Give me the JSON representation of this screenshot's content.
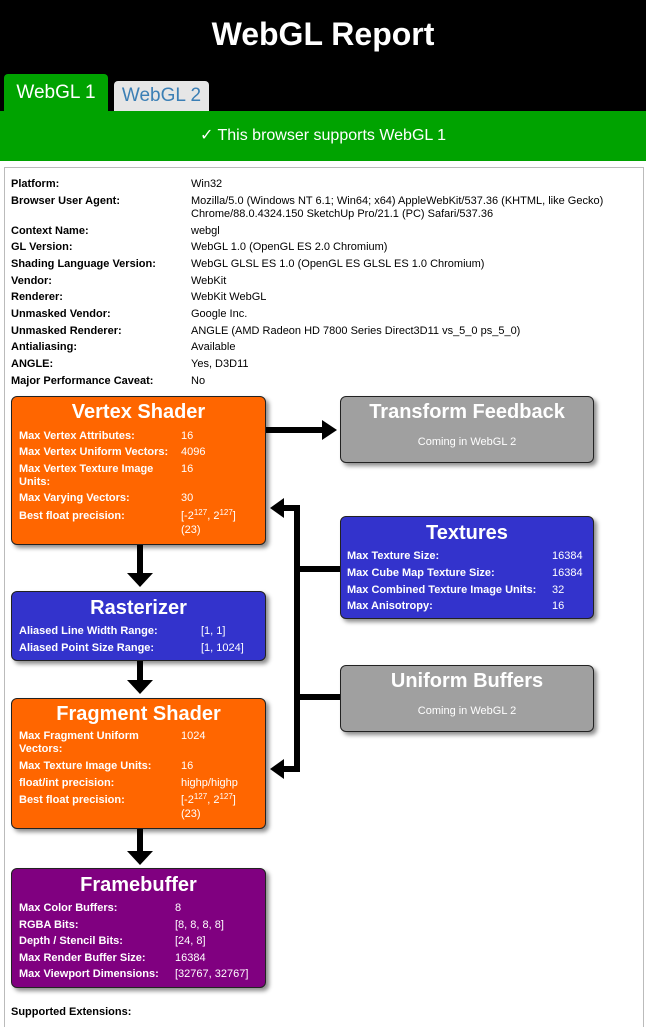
{
  "header": {
    "title": "WebGL Report"
  },
  "tabs": [
    {
      "label": "WebGL 1"
    },
    {
      "label": "WebGL 2"
    }
  ],
  "support_message": "✓ This browser supports WebGL 1",
  "info": [
    {
      "key": "Platform:",
      "value": "Win32"
    },
    {
      "key": "Browser User Agent:",
      "value": "Mozilla/5.0 (Windows NT 6.1; Win64; x64) AppleWebKit/537.36 (KHTML, like Gecko) Chrome/88.0.4324.150 SketchUp Pro/21.1 (PC) Safari/537.36"
    },
    {
      "key": "Context Name:",
      "value": "webgl"
    },
    {
      "key": "GL Version:",
      "value": "WebGL 1.0 (OpenGL ES 2.0 Chromium)"
    },
    {
      "key": "Shading Language Version:",
      "value": "WebGL GLSL ES 1.0 (OpenGL ES GLSL ES 1.0 Chromium)"
    },
    {
      "key": "Vendor:",
      "value": "WebKit"
    },
    {
      "key": "Renderer:",
      "value": "WebKit WebGL"
    },
    {
      "key": "Unmasked Vendor:",
      "value": "Google Inc."
    },
    {
      "key": "Unmasked Renderer:",
      "value": "ANGLE (AMD Radeon HD 7800 Series Direct3D11 vs_5_0 ps_5_0)"
    },
    {
      "key": "Antialiasing:",
      "value": "Available"
    },
    {
      "key": "ANGLE:",
      "value": "Yes, D3D11"
    },
    {
      "key": "Major Performance Caveat:",
      "value": "No"
    }
  ],
  "vertex_shader": {
    "title": "Vertex Shader",
    "rows": [
      {
        "key": "Max Vertex Attributes:",
        "value": "16"
      },
      {
        "key": "Max Vertex Uniform Vectors:",
        "value": "4096"
      },
      {
        "key_line1": "Max Vertex Texture Image",
        "key_line2": "Units:",
        "value": "16"
      },
      {
        "key": "Max Varying Vectors:",
        "value": "30"
      }
    ],
    "precision": {
      "key": "Best float precision:",
      "base": "[-2",
      "exp": "127",
      "sep": ", 2",
      "exp2": "127",
      "close": "]",
      "bits": "(23)"
    }
  },
  "transform_feedback": {
    "title": "Transform Feedback",
    "note": "Coming in WebGL 2"
  },
  "textures": {
    "title": "Textures",
    "rows": [
      {
        "key": "Max Texture Size:",
        "value": "16384"
      },
      {
        "key": "Max Cube Map Texture Size:",
        "value": "16384"
      },
      {
        "key": "Max Combined Texture Image Units:",
        "value": "32"
      },
      {
        "key": "Max Anisotropy:",
        "value": "16"
      }
    ]
  },
  "rasterizer": {
    "title": "Rasterizer",
    "rows": [
      {
        "key": "Aliased Line Width Range:",
        "value": "[1, 1]"
      },
      {
        "key": "Aliased Point Size Range:",
        "value": "[1, 1024]"
      }
    ]
  },
  "uniform_buffers": {
    "title": "Uniform Buffers",
    "note": "Coming in WebGL 2"
  },
  "fragment_shader": {
    "title": "Fragment Shader",
    "rows": [
      {
        "key_line1": "Max Fragment Uniform",
        "key_line2": "Vectors:",
        "value": "1024"
      },
      {
        "key": "Max Texture Image Units:",
        "value": "16"
      },
      {
        "key": "float/int precision:",
        "value": "highp/highp"
      }
    ],
    "precision": {
      "key": "Best float precision:",
      "base": "[-2",
      "exp": "127",
      "sep": ", 2",
      "exp2": "127",
      "close": "]",
      "bits": "(23)"
    }
  },
  "framebuffer": {
    "title": "Framebuffer",
    "rows": [
      {
        "key": "Max Color Buffers:",
        "value": "8"
      },
      {
        "key": "RGBA Bits:",
        "value": "[8, 8, 8, 8]"
      },
      {
        "key": "Depth / Stencil Bits:",
        "value": "[24, 8]"
      },
      {
        "key": "Max Render Buffer Size:",
        "value": "16384"
      },
      {
        "key": "Max Viewport Dimensions:",
        "value": "[32767, 32767]"
      }
    ]
  },
  "extensions_label": "Supported Extensions:",
  "colors": {
    "header_bg": "#000000",
    "accent_green": "#00a300",
    "shader_orange": "#ff6600",
    "stage_blue": "#3333cc",
    "framebuffer_purple": "#800080",
    "disabled_gray": "#a0a0a0",
    "tab_link": "#3b7fb5"
  },
  "icons": {
    "support_icon": "check-mark-icon",
    "arrows": "arrow-icon"
  }
}
